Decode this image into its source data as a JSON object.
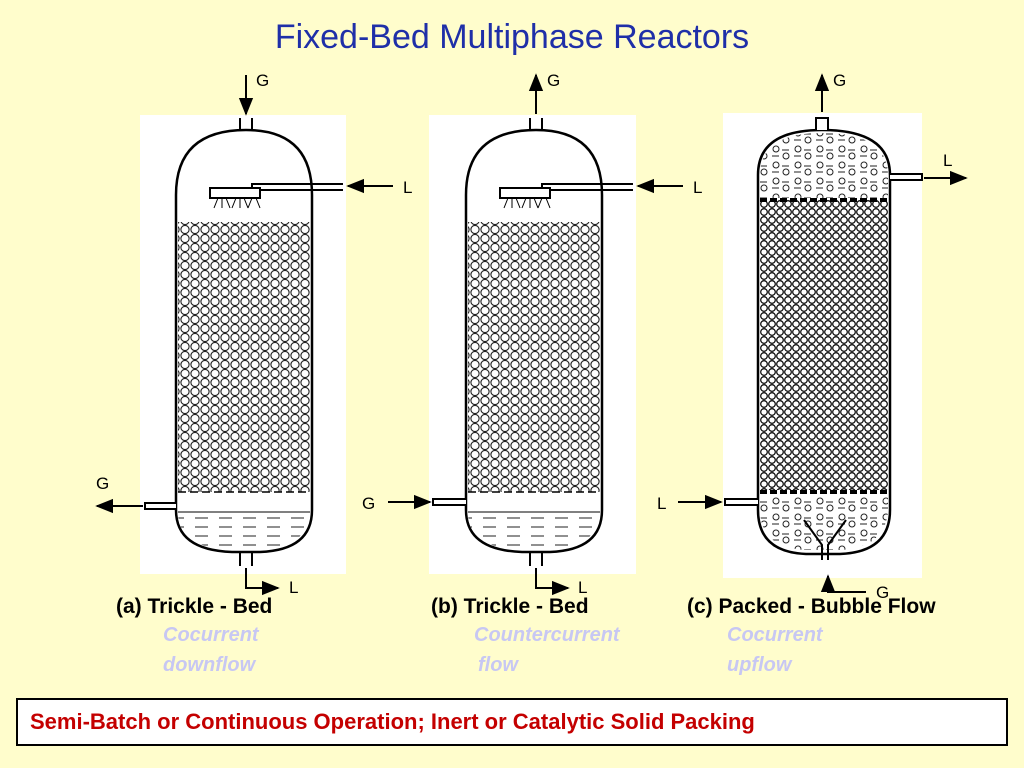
{
  "title": "Fixed-Bed Multiphase Reactors",
  "reactors": [
    {
      "caption": "(a)  Trickle - Bed",
      "subtitle_line1": "Cocurrent",
      "subtitle_line2": "downflow",
      "labels": {
        "g_top": "G",
        "l_side": "L",
        "g_side": "G",
        "l_bottom": "L"
      }
    },
    {
      "caption": "(b)  Trickle - Bed",
      "subtitle_line1": "Countercurrent",
      "subtitle_line2": "flow",
      "labels": {
        "g_top": "G",
        "l_side": "L",
        "g_side": "G",
        "l_bottom": "L"
      }
    },
    {
      "caption": "(c)  Packed - Bubble Flow",
      "subtitle_line1": "Cocurrent",
      "subtitle_line2": "upflow",
      "labels": {
        "g_top": "G",
        "l_side": "L",
        "l_in": "L",
        "g_bottom": "G"
      }
    }
  ],
  "footer": "Semi-Batch or Continuous Operation; Inert or Catalytic Solid Packing",
  "colors": {
    "background": "#FFFDCC",
    "title": "#1F2FA8",
    "subtitle": "#C7C7F3",
    "footer_text": "#C40000"
  }
}
